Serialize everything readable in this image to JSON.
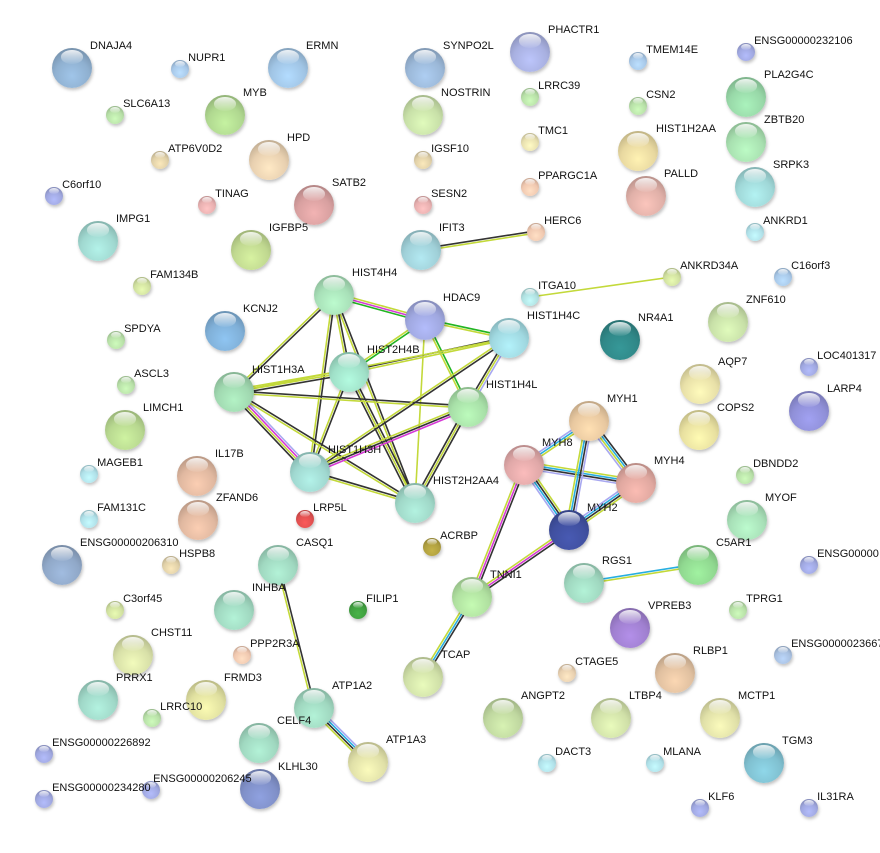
{
  "network": {
    "edge_colors": {
      "textmining": "#c3d93a",
      "coexpression": "#333333",
      "experimental": "#d63ad6",
      "neighborhood": "#22b522",
      "database": "#27aee0",
      "homology": "#a8a8f0"
    },
    "nodes": [
      {
        "label": "DNAJA4",
        "color": "#8fb0d0"
      },
      {
        "label": "NUPR1",
        "color": "#a8c8e8"
      },
      {
        "label": "ERMN",
        "color": "#a0c4e4"
      },
      {
        "label": "SYNPO2L",
        "color": "#9bb8d8"
      },
      {
        "label": "PHACTR1",
        "color": "#a8b0e0"
      },
      {
        "label": "TMEM14E",
        "color": "#a8c8e8"
      },
      {
        "label": "ENSG00000232106",
        "color": "#a0a8e0"
      },
      {
        "label": "SLC6A13",
        "color": "#b8e0a8"
      },
      {
        "label": "MYB",
        "color": "#b0d890"
      },
      {
        "label": "NOSTRIN",
        "color": "#c8e0a8"
      },
      {
        "label": "LRRC39",
        "color": "#b8e0a8"
      },
      {
        "label": "CSN2",
        "color": "#b8e0a8"
      },
      {
        "label": "PLA2G4C",
        "color": "#98d8a8"
      },
      {
        "label": "ATP6V0D2",
        "color": "#e0d0a8"
      },
      {
        "label": "HPD",
        "color": "#e8d0b0"
      },
      {
        "label": "IGSF10",
        "color": "#e0d0a8"
      },
      {
        "label": "TMC1",
        "color": "#e8e0b0"
      },
      {
        "label": "HIST1H2AA",
        "color": "#e8d8a0"
      },
      {
        "label": "ZBTB20",
        "color": "#a8e0b0"
      },
      {
        "label": "C6orf10",
        "color": "#a0a8e0"
      },
      {
        "label": "TINAG",
        "color": "#e8b0b0"
      },
      {
        "label": "SATB2",
        "color": "#d8a0a0"
      },
      {
        "label": "SESN2",
        "color": "#e8b0b0"
      },
      {
        "label": "PPARGC1A",
        "color": "#f0c8b0"
      },
      {
        "label": "PALLD",
        "color": "#e0b0a8"
      },
      {
        "label": "SRPK3",
        "color": "#a0d8d8"
      },
      {
        "label": "IMPG1",
        "color": "#a0d8d0"
      },
      {
        "label": "IGFBP5",
        "color": "#c0d890"
      },
      {
        "label": "IFIT3",
        "color": "#a0d0d8"
      },
      {
        "label": "HERC6",
        "color": "#f0c8b0"
      },
      {
        "label": "ANKRD1",
        "color": "#b0e0e8"
      },
      {
        "label": "FAM134B",
        "color": "#d0e0a0"
      },
      {
        "label": "ANKRD34A",
        "color": "#d0e0a0"
      },
      {
        "label": "C16orf3",
        "color": "#a8c8e8"
      },
      {
        "label": "ITGA10",
        "color": "#b0e0e0"
      },
      {
        "label": "HIST4H4",
        "color": "#a8e0b8"
      },
      {
        "label": "HDAC9",
        "color": "#a0a8e0"
      },
      {
        "label": "KCNJ2",
        "color": "#80b0d8"
      },
      {
        "label": "HIST1H4C",
        "color": "#a0d8e0"
      },
      {
        "label": "ZNF610",
        "color": "#c8e0a8"
      },
      {
        "label": "SPDYA",
        "color": "#b8e0a8"
      },
      {
        "label": "NR4A1",
        "color": "#308888"
      },
      {
        "label": "HIST2H4B",
        "color": "#a0e0c8"
      },
      {
        "label": "LOC401317",
        "color": "#a0a8e0"
      },
      {
        "label": "ASCL3",
        "color": "#b8e0a8"
      },
      {
        "label": "HIST1H3A",
        "color": "#a0d8b0"
      },
      {
        "label": "AQP7",
        "color": "#e8e0a8"
      },
      {
        "label": "HIST1H4L",
        "color": "#a8e0a8"
      },
      {
        "label": "MYH1",
        "color": "#e8c8a0"
      },
      {
        "label": "LARP4",
        "color": "#9090d8"
      },
      {
        "label": "LIMCH1",
        "color": "#b8d890"
      },
      {
        "label": "COPS2",
        "color": "#e8e0a0"
      },
      {
        "label": "MAGEB1",
        "color": "#b0e0e8"
      },
      {
        "label": "IL17B",
        "color": "#e0b8a0"
      },
      {
        "label": "HIST1H3H",
        "color": "#a0d8d0"
      },
      {
        "label": "MYH8",
        "color": "#e0a8a8"
      },
      {
        "label": "MYH4",
        "color": "#e0a8a0"
      },
      {
        "label": "DBNDD2",
        "color": "#b8e0a8"
      },
      {
        "label": "HIST2H2AA4",
        "color": "#a0d8c8"
      },
      {
        "label": "FAM131C",
        "color": "#b0e0e8"
      },
      {
        "label": "ZFAND6",
        "color": "#e0b8a0"
      },
      {
        "label": "LRP5L",
        "color": "#e05050"
      },
      {
        "label": "MYH2",
        "color": "#4050a0"
      },
      {
        "label": "MYOF",
        "color": "#a8e0b8"
      },
      {
        "label": "ENSG00000206310",
        "color": "#90a8c8"
      },
      {
        "label": "HSPB8",
        "color": "#e0d0a8"
      },
      {
        "label": "CASQ1",
        "color": "#a0d8c0"
      },
      {
        "label": "ACRBP",
        "color": "#b0a040"
      },
      {
        "label": "C5AR1",
        "color": "#90d890"
      },
      {
        "label": "ENSG00000",
        "color": "#a0a8e0"
      },
      {
        "label": "TNNI1",
        "color": "#b0e0a0"
      },
      {
        "label": "RGS1",
        "color": "#a0d8c0"
      },
      {
        "label": "C3orf45",
        "color": "#d0e0a0"
      },
      {
        "label": "INHBA",
        "color": "#a0d8c0"
      },
      {
        "label": "FILIP1",
        "color": "#40a040"
      },
      {
        "label": "TPRG1",
        "color": "#b8e0a8"
      },
      {
        "label": "VPREB3",
        "color": "#a080d0"
      },
      {
        "label": "CHST11",
        "color": "#d8e0a8"
      },
      {
        "label": "PPP2R3A",
        "color": "#f0c8b0"
      },
      {
        "label": "ENSG0000023667",
        "color": "#a8c0e0"
      },
      {
        "label": "TCAP",
        "color": "#d0e0a8"
      },
      {
        "label": "CTAGE5",
        "color": "#e8d0b0"
      },
      {
        "label": "RLBP1",
        "color": "#e0c0a0"
      },
      {
        "label": "PRRX1",
        "color": "#a0d8c8"
      },
      {
        "label": "FRMD3",
        "color": "#e0e0a0"
      },
      {
        "label": "ATP1A2",
        "color": "#a0d8c0"
      },
      {
        "label": "ANGPT2",
        "color": "#c0d8a0"
      },
      {
        "label": "LTBP4",
        "color": "#d0e0a8"
      },
      {
        "label": "MCTP1",
        "color": "#e0e0a8"
      },
      {
        "label": "LRRC10",
        "color": "#b8e0a8"
      },
      {
        "label": "ENSG00000226892",
        "color": "#a0a8e0"
      },
      {
        "label": "CELF4",
        "color": "#a0d8c0"
      },
      {
        "label": "ATP1A3",
        "color": "#e0e0a8"
      },
      {
        "label": "DACT3",
        "color": "#b0e0e8"
      },
      {
        "label": "MLANA",
        "color": "#b0e0e8"
      },
      {
        "label": "TGM3",
        "color": "#80c0d0"
      },
      {
        "label": "ENSG00000206245",
        "color": "#a0a8e0"
      },
      {
        "label": "ENSG00000234280",
        "color": "#a0a8e0"
      },
      {
        "label": "KLHL30",
        "color": "#8090c8"
      },
      {
        "label": "KLF6",
        "color": "#a0a8e0"
      },
      {
        "label": "IL31RA",
        "color": "#a0a8e0"
      }
    ],
    "edges": [
      {
        "a": "IFIT3",
        "b": "HERC6",
        "ch": [
          "coexpression",
          "textmining"
        ]
      },
      {
        "a": "ITGA10",
        "b": "ANKRD34A",
        "ch": [
          "textmining"
        ]
      },
      {
        "a": "HIST4H4",
        "b": "HDAC9",
        "ch": [
          "textmining",
          "experimental",
          "neighborhood"
        ]
      },
      {
        "a": "HIST4H4",
        "b": "HIST2H4B",
        "ch": [
          "coexpression",
          "textmining"
        ]
      },
      {
        "a": "HIST4H4",
        "b": "HIST1H3A",
        "ch": [
          "coexpression",
          "textmining"
        ]
      },
      {
        "a": "HIST4H4",
        "b": "HIST1H3H",
        "ch": [
          "coexpression",
          "textmining"
        ]
      },
      {
        "a": "HIST4H4",
        "b": "HIST2H2AA4",
        "ch": [
          "coexpression",
          "textmining"
        ]
      },
      {
        "a": "HDAC9",
        "b": "HIST1H4C",
        "ch": [
          "neighborhood",
          "textmining"
        ]
      },
      {
        "a": "HDAC9",
        "b": "HIST2H4B",
        "ch": [
          "neighborhood",
          "textmining"
        ]
      },
      {
        "a": "HDAC9",
        "b": "HIST1H4L",
        "ch": [
          "neighborhood",
          "textmining"
        ]
      },
      {
        "a": "HDAC9",
        "b": "HIST2H2AA4",
        "ch": [
          "textmining"
        ]
      },
      {
        "a": "HIST2H4B",
        "b": "HIST1H4C",
        "ch": [
          "coexpression",
          "textmining"
        ]
      },
      {
        "a": "HIST2H4B",
        "b": "HIST1H3A",
        "ch": [
          "coexpression",
          "textmining",
          "textmining"
        ]
      },
      {
        "a": "HIST2H4B",
        "b": "HIST1H3H",
        "ch": [
          "coexpression",
          "textmining"
        ]
      },
      {
        "a": "HIST2H4B",
        "b": "HIST2H2AA4",
        "ch": [
          "coexpression",
          "textmining",
          "coexpression"
        ]
      },
      {
        "a": "HIST1H3A",
        "b": "HIST1H4L",
        "ch": [
          "coexpression",
          "textmining"
        ]
      },
      {
        "a": "HIST1H3A",
        "b": "HIST1H3H",
        "ch": [
          "homology",
          "experimental",
          "textmining",
          "coexpression"
        ]
      },
      {
        "a": "HIST1H3A",
        "b": "HIST2H2AA4",
        "ch": [
          "coexpression",
          "textmining"
        ]
      },
      {
        "a": "HIST1H3A",
        "b": "HIST1H4C",
        "ch": [
          "textmining"
        ]
      },
      {
        "a": "HIST1H4C",
        "b": "HIST1H4L",
        "ch": [
          "homology",
          "textmining",
          "coexpression"
        ]
      },
      {
        "a": "HIST1H4C",
        "b": "HIST1H3H",
        "ch": [
          "coexpression",
          "textmining"
        ]
      },
      {
        "a": "HIST1H4L",
        "b": "HIST1H3H",
        "ch": [
          "experimental",
          "coexpression",
          "textmining"
        ]
      },
      {
        "a": "HIST1H4L",
        "b": "HIST2H2AA4",
        "ch": [
          "coexpression",
          "textmining",
          "coexpression"
        ]
      },
      {
        "a": "HIST1H3H",
        "b": "HIST2H2AA4",
        "ch": [
          "coexpression",
          "textmining"
        ]
      },
      {
        "a": "MYH8",
        "b": "MYH1",
        "ch": [
          "homology",
          "database",
          "textmining"
        ]
      },
      {
        "a": "MYH8",
        "b": "MYH4",
        "ch": [
          "textmining",
          "database",
          "coexpression",
          "homology"
        ]
      },
      {
        "a": "MYH8",
        "b": "MYH2",
        "ch": [
          "textmining",
          "coexpression",
          "database",
          "homology"
        ]
      },
      {
        "a": "MYH1",
        "b": "MYH4",
        "ch": [
          "coexpression",
          "database",
          "textmining",
          "homology"
        ]
      },
      {
        "a": "MYH1",
        "b": "MYH2",
        "ch": [
          "homology",
          "coexpression",
          "database",
          "textmining"
        ]
      },
      {
        "a": "MYH4",
        "b": "MYH2",
        "ch": [
          "textmining",
          "coexpression",
          "database",
          "homology"
        ]
      },
      {
        "a": "MYH8",
        "b": "TNNI1",
        "ch": [
          "coexpression",
          "experimental",
          "textmining"
        ]
      },
      {
        "a": "MYH2",
        "b": "TNNI1",
        "ch": [
          "coexpression",
          "experimental",
          "textmining"
        ]
      },
      {
        "a": "TNNI1",
        "b": "TCAP",
        "ch": [
          "coexpression",
          "database",
          "textmining"
        ]
      },
      {
        "a": "RGS1",
        "b": "C5AR1",
        "ch": [
          "database",
          "textmining"
        ]
      },
      {
        "a": "CASQ1",
        "b": "ATP1A2",
        "ch": [
          "coexpression",
          "textmining"
        ]
      },
      {
        "a": "ATP1A2",
        "b": "ATP1A3",
        "ch": [
          "homology",
          "database",
          "coexpression",
          "textmining"
        ]
      }
    ]
  }
}
